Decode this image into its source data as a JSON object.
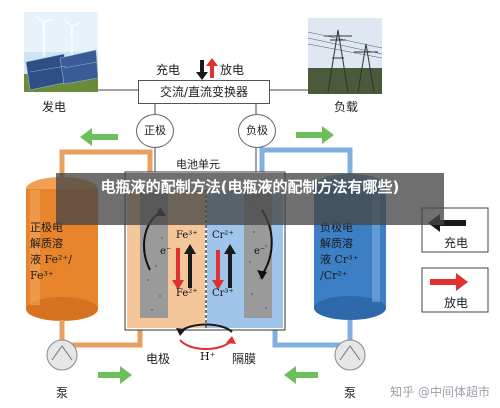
{
  "labels": {
    "generation": "发电",
    "load": "负载",
    "charge_top": "充电",
    "discharge_top": "放电",
    "converter": "交流/直流变换器",
    "positive": "正极",
    "negative": "负极",
    "cell": "电池单元",
    "electrode": "电极",
    "membrane": "隔膜",
    "pump_left": "泵",
    "pump_right": "泵",
    "charge_legend": "充电",
    "discharge_legend": "放电",
    "proton": "H⁺"
  },
  "tanks": {
    "left": "正极电\n解质溶\n液 Fe²⁺/\nFe³⁺",
    "right": "负极电\n解质溶\n液 Cr³⁺\n/Cr²⁺"
  },
  "ions": {
    "fe3": "Fe³⁺",
    "fe2": "Fe²⁺",
    "cr2": "Cr²⁺",
    "cr3": "Cr³⁺",
    "e_left": "e⁻",
    "e_right": "e⁻"
  },
  "banner": {
    "title": "电瓶液的配制方法(电瓶液的配制方法有哪些)"
  },
  "watermark": "知乎 @中间体超市",
  "colors": {
    "orange_tank": "#e8842c",
    "blue_tank": "#3d7fc4",
    "charge_arrow": "#1a1a1a",
    "discharge_arrow": "#e03030",
    "flow_arrow": "#6cbf5a"
  }
}
